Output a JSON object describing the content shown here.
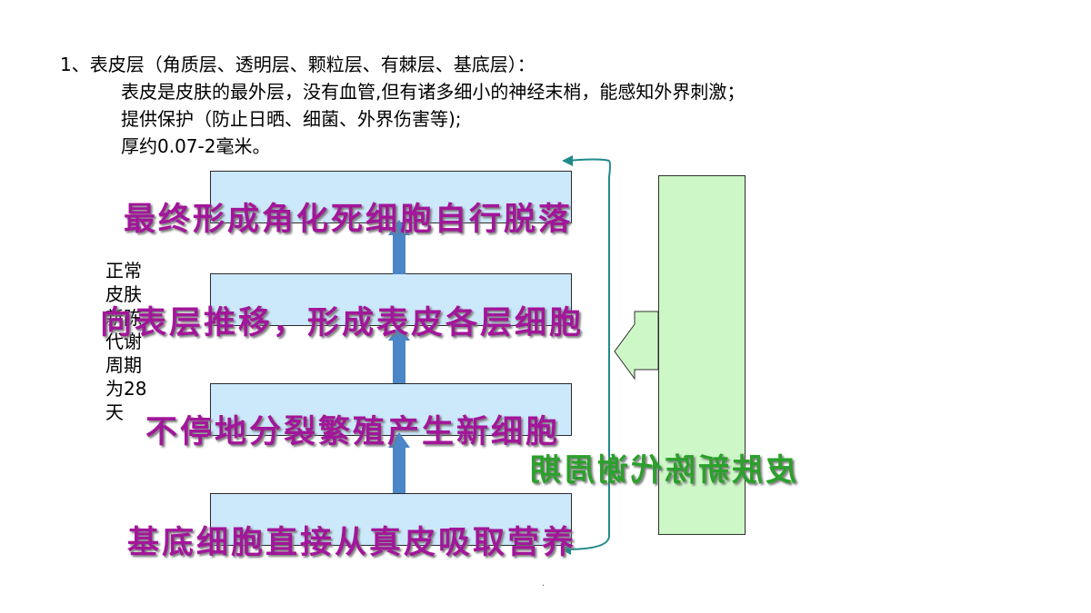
{
  "heading": "1、表皮层（角质层、透明层、颗粒层、有棘层、基底层）：",
  "lines": [
    "表皮是皮肤的最外层，没有血管,但有诸多细小的神经末梢，能感知外界刺激；",
    "提供保护（防止日晒、细菌、外界伤害等);",
    "厚约0.07-2毫米。"
  ],
  "layers": [
    "最终形成角化死细胞自行脱落",
    "向表层推移，形成表皮各层细胞",
    "不停地分裂繁殖产生新细胞",
    "基底细胞直接从真皮吸取营养"
  ],
  "side_note": "正常皮肤新陈代谢周期为28天",
  "cycle_label": "皮肤新陈代谢周期",
  "footer_dot": "·",
  "colors": {
    "box_fill": "#cce8fb",
    "arrow": "#4a86c8",
    "layer_text": "#a2169a",
    "panel": "#cdf7c6",
    "mirror_text": "#2ba02b",
    "connector": "#1f8a8a"
  }
}
